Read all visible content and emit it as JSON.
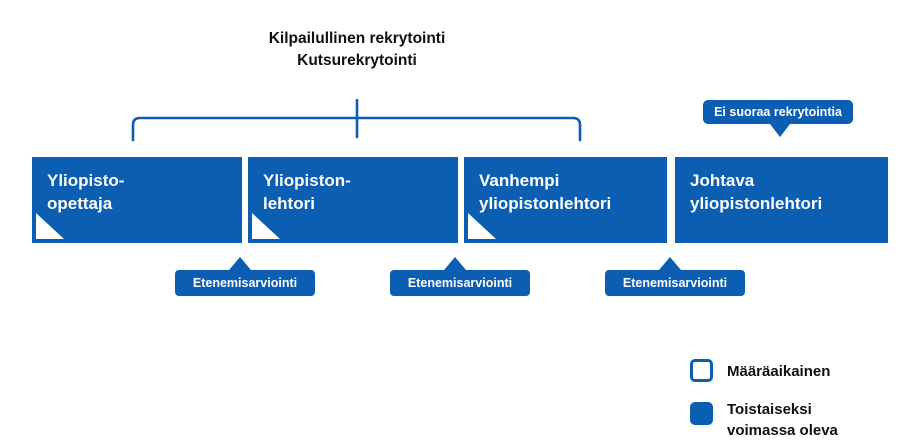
{
  "colors": {
    "primary_blue": "#0b5eb2",
    "text_black": "#111111",
    "white": "#ffffff"
  },
  "header": {
    "line1": "Kilpailullinen rekrytointi",
    "line2": "Kutsurekrytointi"
  },
  "recruitment_note": {
    "label": "Ei suoraa rekrytointia"
  },
  "career_path": {
    "positions": [
      {
        "line1": "Yliopisto-",
        "line2": "opettaja",
        "term": "fixed"
      },
      {
        "line1": "Yliopiston-",
        "line2": "lehtori",
        "term": "fixed"
      },
      {
        "line1": "Vanhempi",
        "line2": "yliopistonlehtori",
        "term": "fixed"
      },
      {
        "line1": "Johtava",
        "line2": "yliopistonlehtori",
        "term": "permanent"
      }
    ]
  },
  "progression": {
    "badges": [
      {
        "label": "Etenemisarviointi"
      },
      {
        "label": "Etenemisarviointi"
      },
      {
        "label": "Etenemisarviointi"
      }
    ]
  },
  "legend": {
    "fixed_term": {
      "label": "Määräaikainen"
    },
    "permanent": {
      "line1": "Toistaiseksi",
      "line2": "voimassa oleva"
    }
  }
}
